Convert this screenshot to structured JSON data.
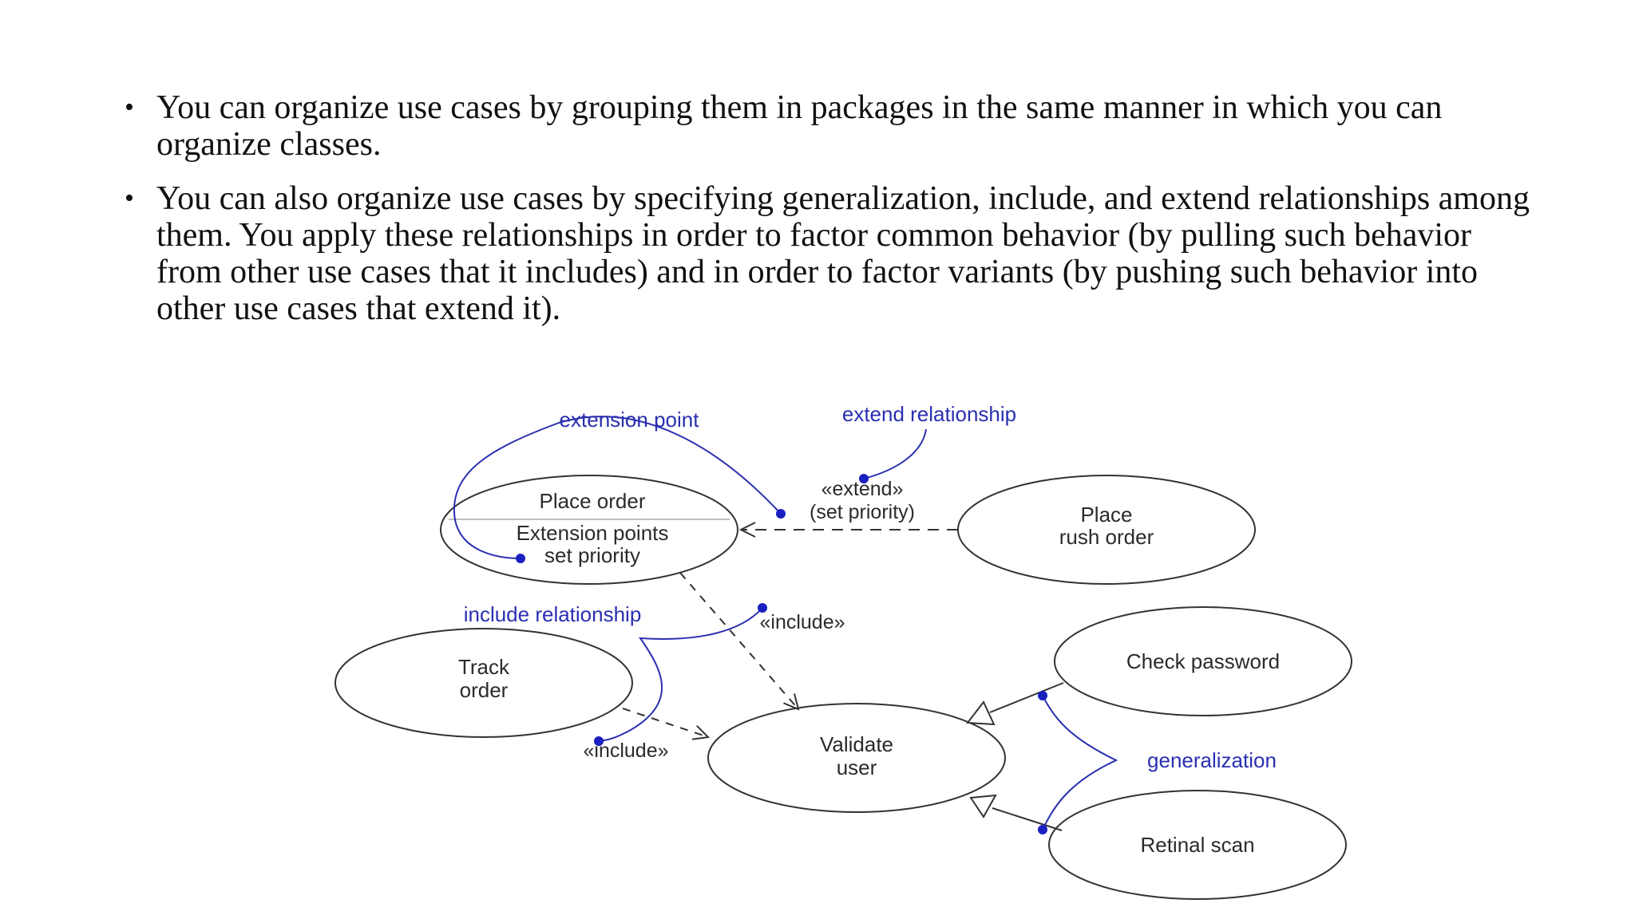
{
  "bullets": [
    "You can organize use cases by grouping them in packages in the same manner in which you can organize classes.",
    "You can also organize use cases by specifying generalization, include, and extend relationships among them. You apply these relationships in order to factor common behavior (by pulling such behavior from other use cases that it includes) and in order to factor variants (by pushing such behavior into other use cases that extend it)."
  ],
  "bullet_symbol": "•",
  "diagram": {
    "use_cases": {
      "place_order": "Place order",
      "extension_points_heading": "Extension points",
      "extension_point_item": "set priority",
      "place_rush_order_line1": "Place",
      "place_rush_order_line2": "rush order",
      "track_order_line1": "Track",
      "track_order_line2": "order",
      "validate_user_line1": "Validate",
      "validate_user_line2": "user",
      "check_password": "Check password",
      "retinal_scan": "Retinal scan"
    },
    "stereotypes": {
      "extend": "«extend»",
      "extend_condition": "(set priority)",
      "include_upper": "«include»",
      "include_lower": "«include»"
    },
    "annotations": {
      "extension_point": "extension point",
      "extend_relationship": "extend relationship",
      "include_relationship": "include relationship",
      "generalization": "generalization"
    },
    "colors": {
      "annotation": "#2a2fb0",
      "line": "#333333",
      "background": "#ffffff"
    }
  }
}
